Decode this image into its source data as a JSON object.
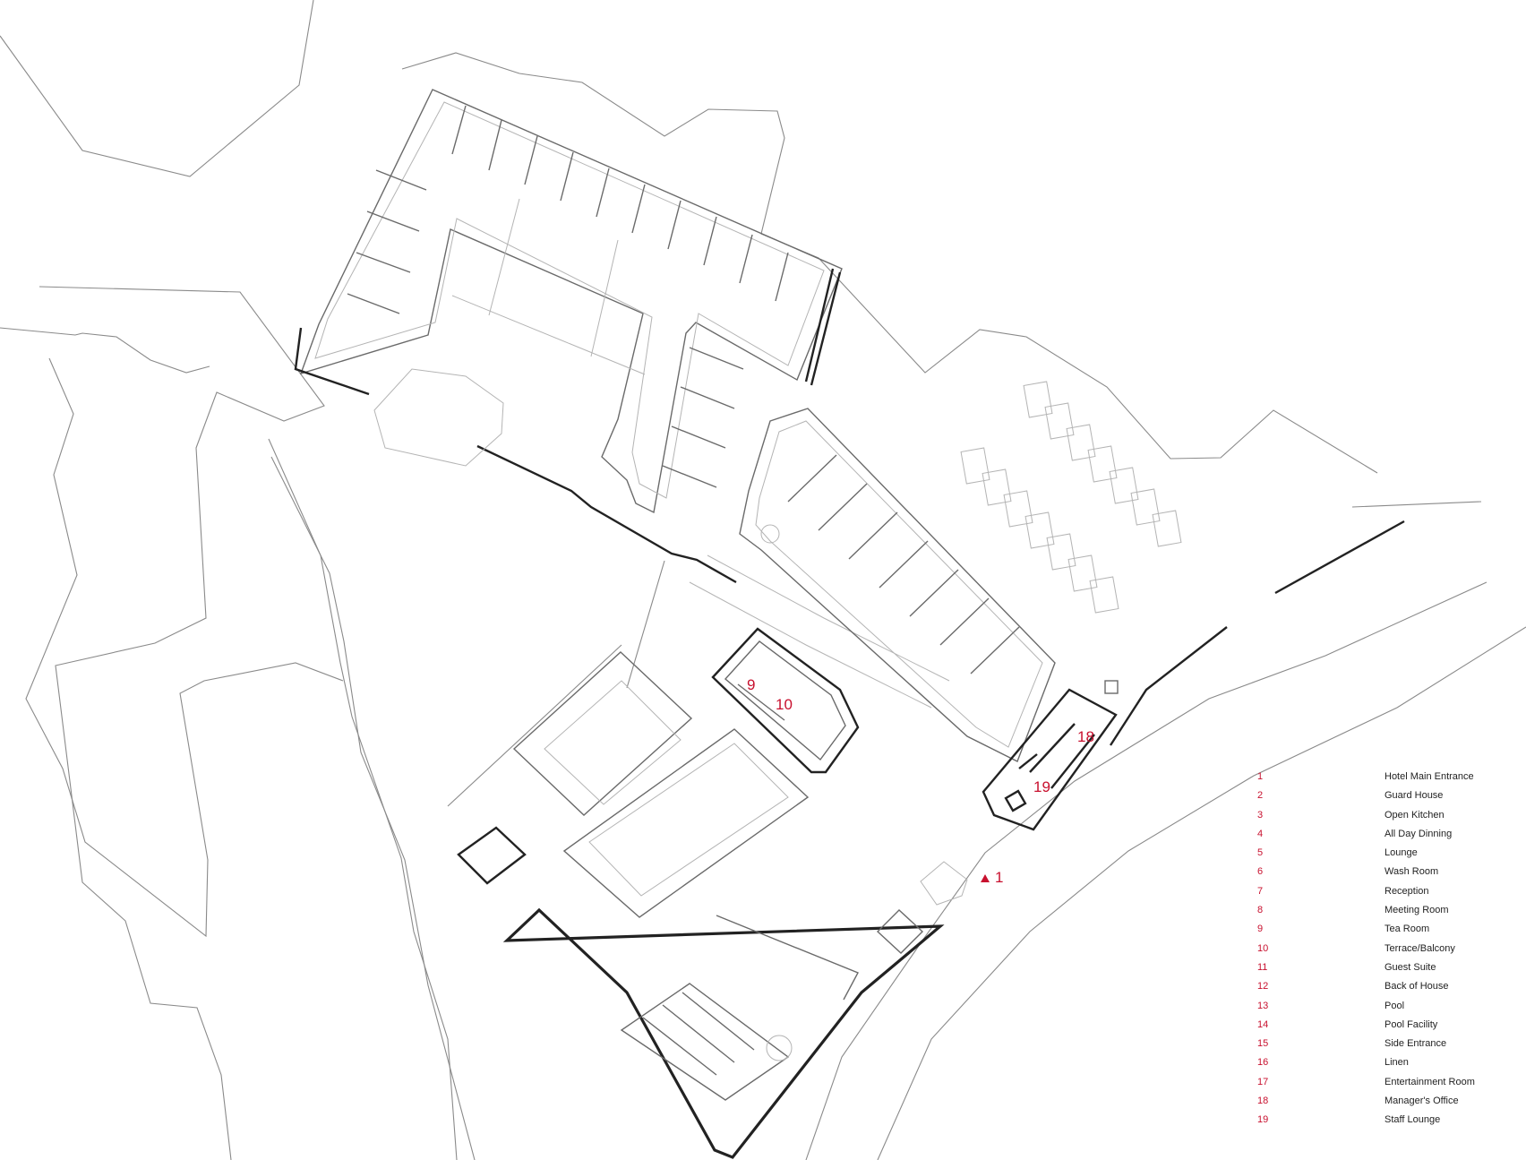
{
  "accent_color": "#c8102e",
  "plan_labels": [
    {
      "id": "tea-room",
      "text": "9"
    },
    {
      "id": "terrace",
      "text": "10"
    },
    {
      "id": "managers-office",
      "text": "18"
    },
    {
      "id": "staff-lounge",
      "text": "19"
    },
    {
      "id": "main-entrance",
      "text": "1"
    }
  ],
  "legend": [
    {
      "number": "1",
      "name": "Hotel Main Entrance"
    },
    {
      "number": "2",
      "name": "Guard House"
    },
    {
      "number": "3",
      "name": "Open Kitchen"
    },
    {
      "number": "4",
      "name": "All Day Dinning"
    },
    {
      "number": "5",
      "name": "Lounge"
    },
    {
      "number": "6",
      "name": "Wash Room"
    },
    {
      "number": "7",
      "name": "Reception"
    },
    {
      "number": "8",
      "name": "Meeting Room"
    },
    {
      "number": "9",
      "name": "Tea Room"
    },
    {
      "number": "10",
      "name": "Terrace/Balcony"
    },
    {
      "number": "11",
      "name": "Guest Suite"
    },
    {
      "number": "12",
      "name": "Back of House"
    },
    {
      "number": "13",
      "name": "Pool"
    },
    {
      "number": "14",
      "name": "Pool Facility"
    },
    {
      "number": "15",
      "name": "Side Entrance"
    },
    {
      "number": "16",
      "name": "Linen"
    },
    {
      "number": "17",
      "name": "Entertainment Room"
    },
    {
      "number": "18",
      "name": "Manager's Office"
    },
    {
      "number": "19",
      "name": "Staff Lounge"
    }
  ]
}
